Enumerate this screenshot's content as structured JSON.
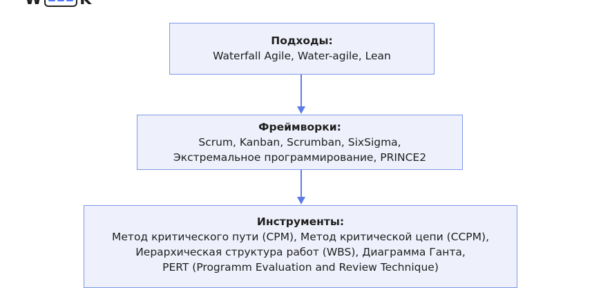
{
  "logo": {
    "left_text": "W",
    "right_text": "K"
  },
  "diagram": {
    "nodes": [
      {
        "title": "Подходы:",
        "lines": [
          "Waterfall Agile, Water-agile, Lean"
        ]
      },
      {
        "title": "Фреймворки:",
        "lines": [
          "Scrum, Kanban, Scrumban, SixSigma,",
          "Экстремальное программирование, PRINCE2"
        ]
      },
      {
        "title": "Инструменты:",
        "lines": [
          "Метод критического пути (CPM), Метод критической цепи (CCPM),",
          "Иерархическая структура работ (WBS), Диаграмма Ганта,",
          "PERT (Programm Evaluation and Review Technique)"
        ]
      }
    ],
    "colors": {
      "box_fill": "#eef0fb",
      "box_border": "#7c97e8",
      "arrow": "#5b7be8",
      "logo_accent": "#4f78ff"
    }
  }
}
